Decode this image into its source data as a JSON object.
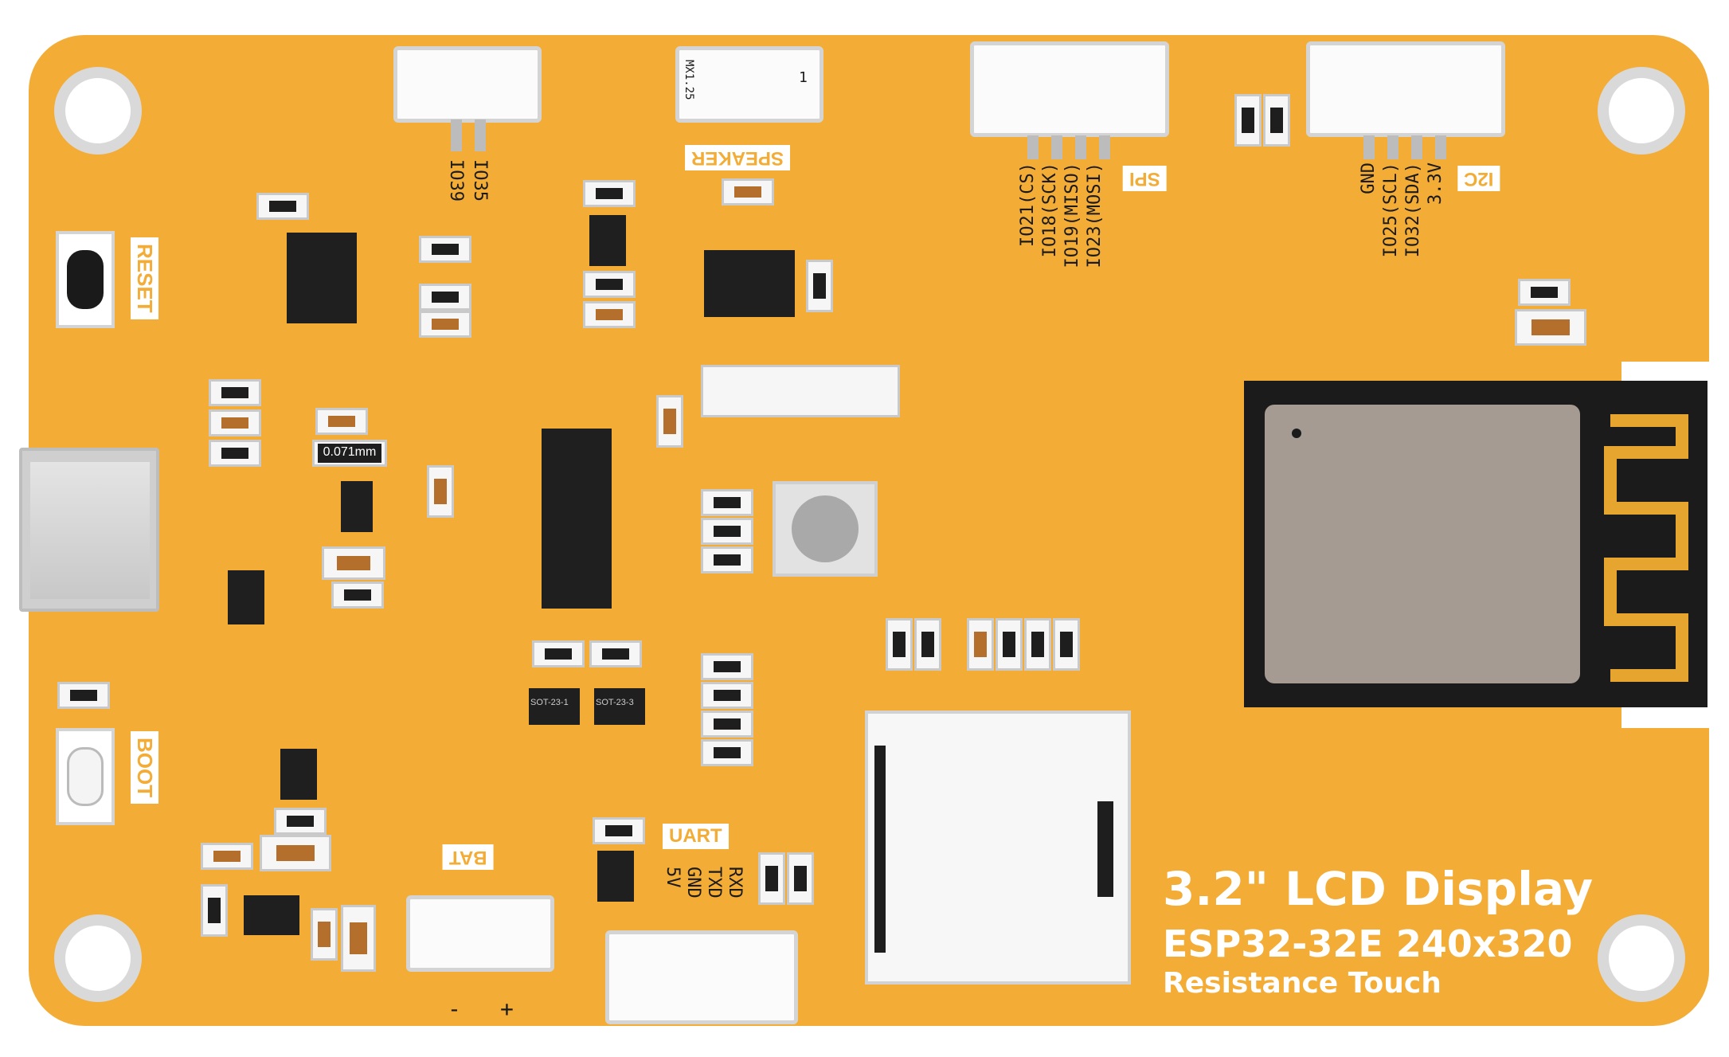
{
  "labels": {
    "reset": "RESET",
    "boot": "BOOT",
    "speaker": "SPEAKER",
    "spi": "SPI",
    "i2c": "I2C",
    "uart": "UART",
    "bat": "BAT",
    "io_top": [
      "IO35",
      "IO39"
    ],
    "spi_pins": [
      "IO23(MOSI)",
      "IO19(MISO)",
      "IO18(SCK)",
      "IO21(CS)"
    ],
    "i2c_pins": [
      "3.3V",
      "IO32(SDA)",
      "IO25(SCL)",
      "GND"
    ],
    "uart_pins": [
      "RXD",
      "TXD",
      "GND",
      "5V"
    ],
    "bat_minus": "-",
    "bat_plus": "+",
    "speaker_conn_left": "MX1.25",
    "speaker_conn_right": "1",
    "inductor_value": "0.071mm",
    "transistor_code_a": "SOT-23-1",
    "transistor_code_b": "SOT-23-3"
  },
  "title": {
    "line1": "3.2\" LCD Display",
    "line2": "ESP32-32E  240x320",
    "line3": "Resistance Touch"
  },
  "colors": {
    "board": "#F3AC35",
    "module_shield": "#A59B93",
    "antenna": "#E5A52E",
    "chip": "#1f1f1f"
  }
}
